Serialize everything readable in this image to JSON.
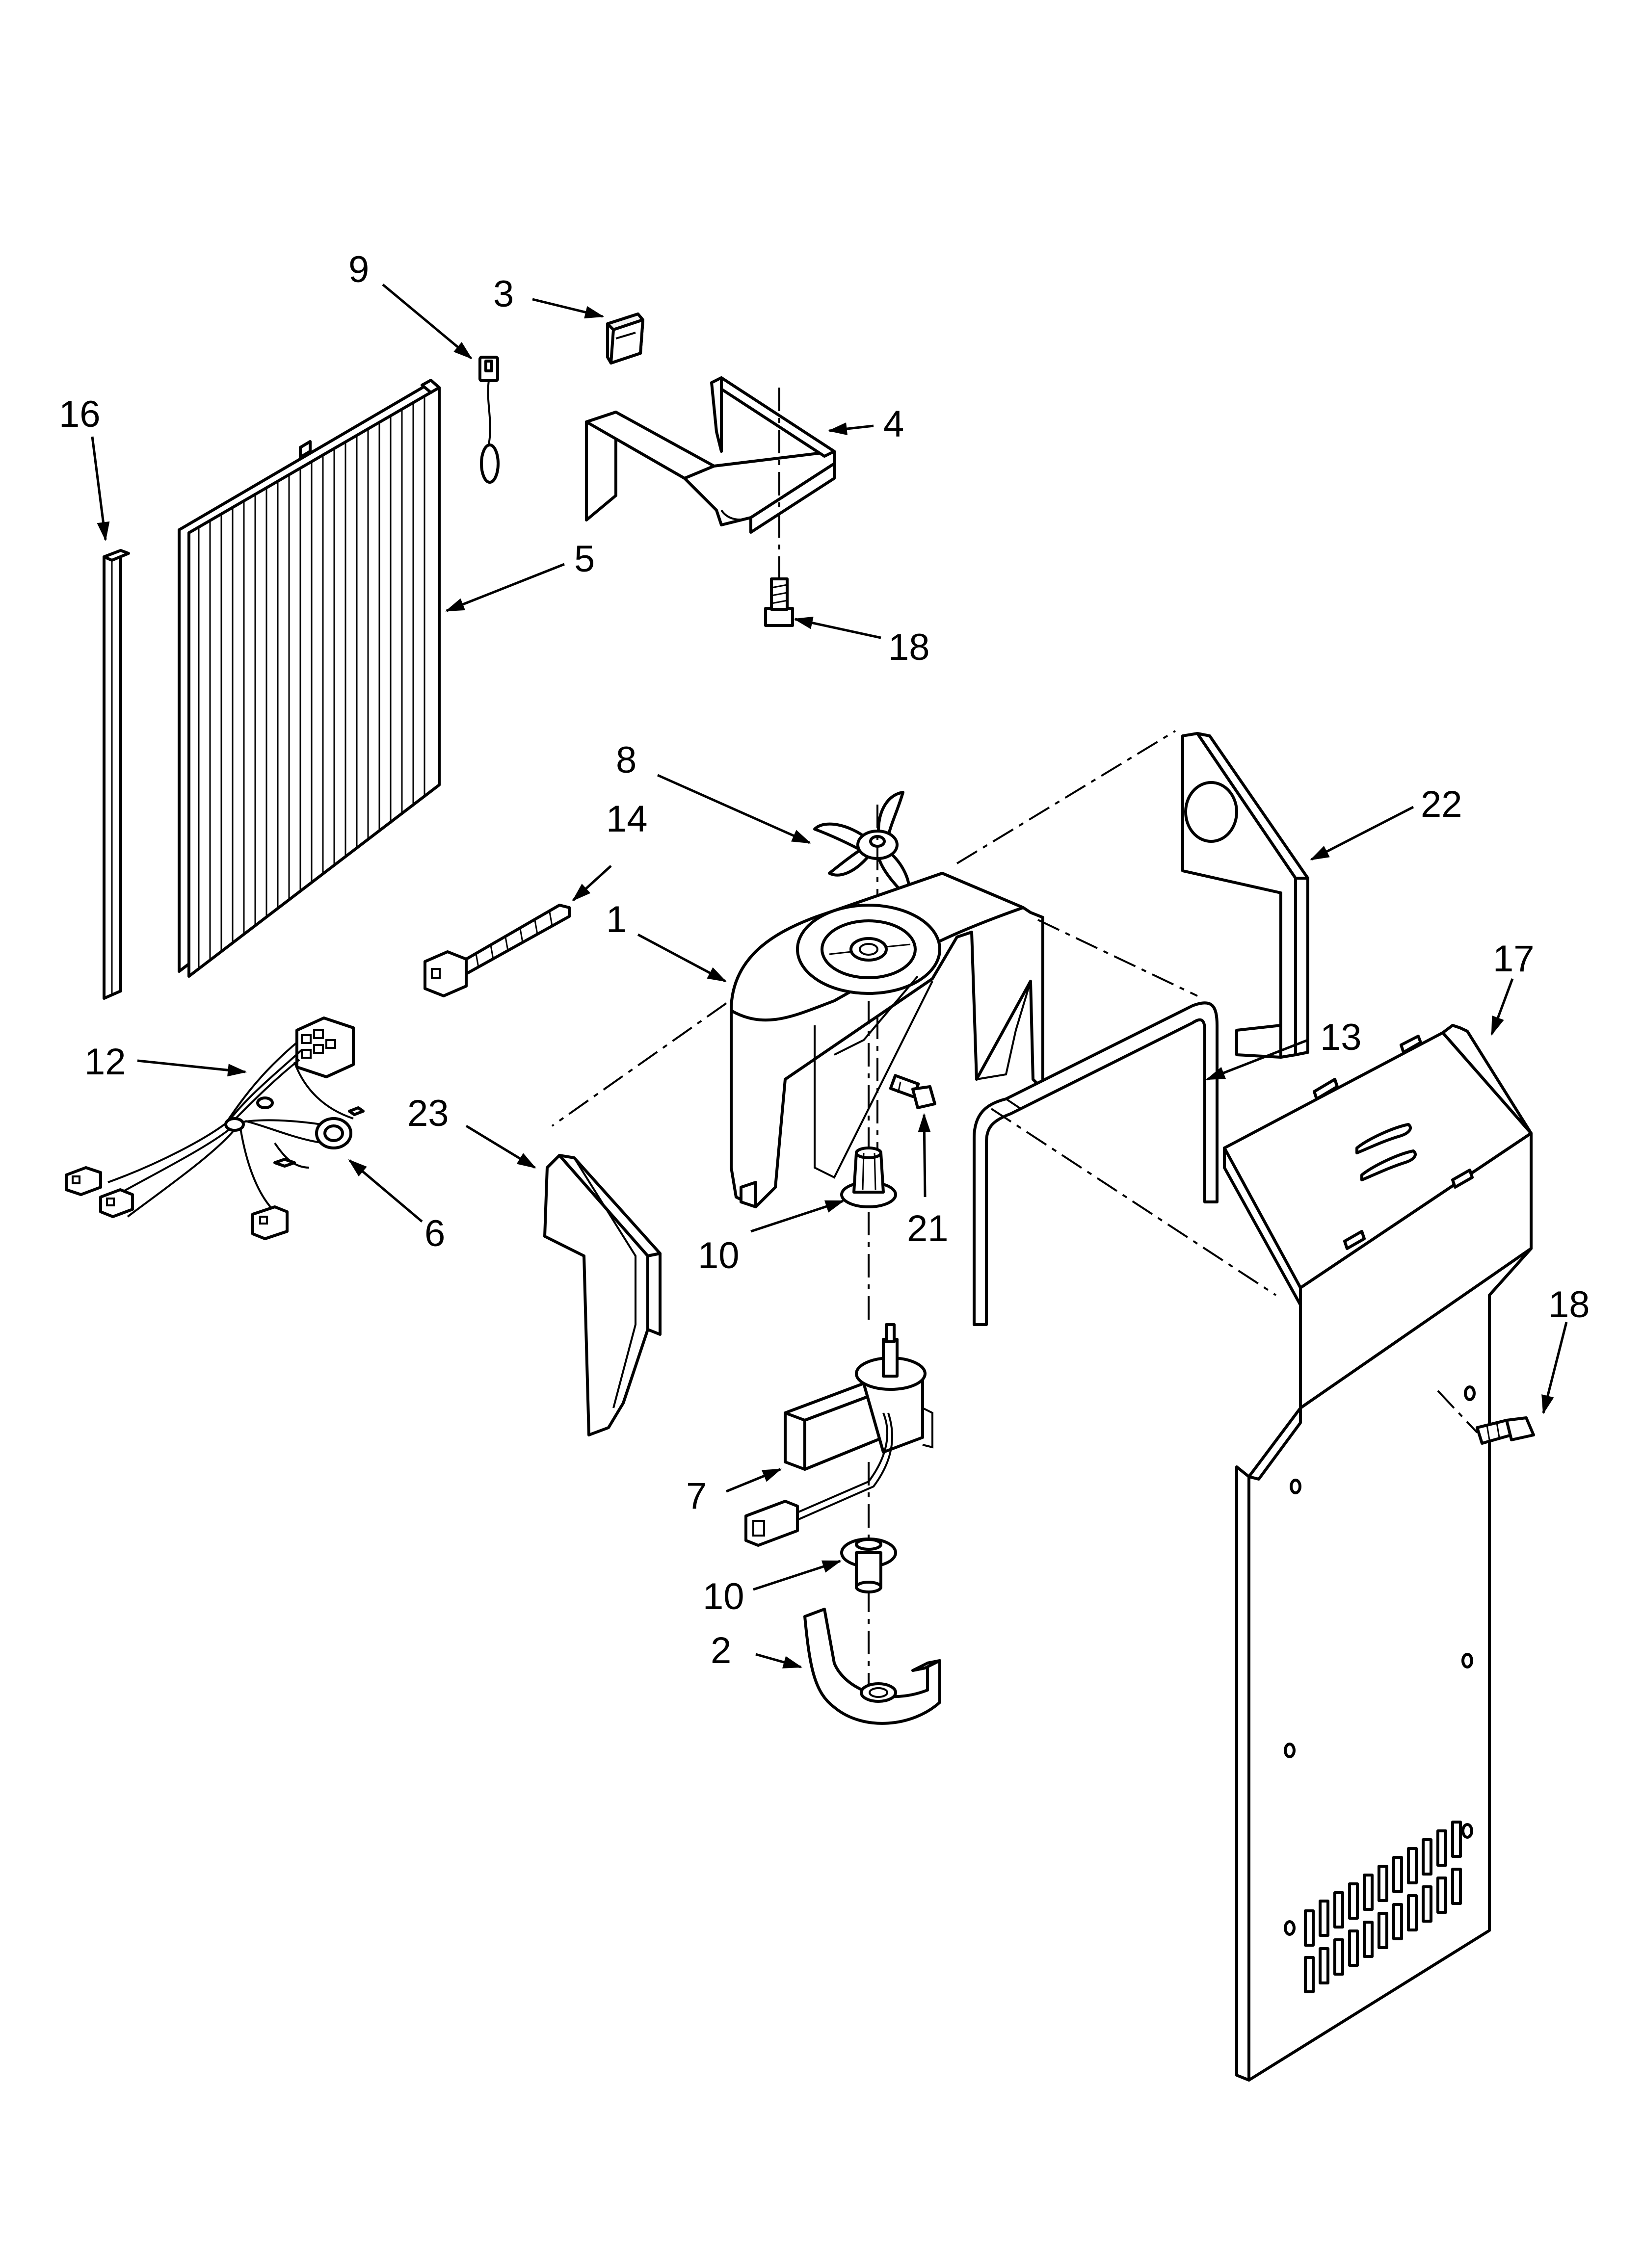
{
  "diagram": {
    "type": "exploded parts diagram",
    "callouts": [
      {
        "id": "c16a",
        "label": "16"
      },
      {
        "id": "c9",
        "label": "9"
      },
      {
        "id": "c3",
        "label": "3"
      },
      {
        "id": "c4",
        "label": "4"
      },
      {
        "id": "c5",
        "label": "5"
      },
      {
        "id": "c18a",
        "label": "18"
      },
      {
        "id": "c8",
        "label": "8"
      },
      {
        "id": "c14",
        "label": "14"
      },
      {
        "id": "c22",
        "label": "22"
      },
      {
        "id": "c1",
        "label": "1"
      },
      {
        "id": "c17",
        "label": "17"
      },
      {
        "id": "c12",
        "label": "12"
      },
      {
        "id": "c13",
        "label": "13"
      },
      {
        "id": "c23",
        "label": "23"
      },
      {
        "id": "c21",
        "label": "21"
      },
      {
        "id": "c6",
        "label": "6"
      },
      {
        "id": "c10a",
        "label": "10"
      },
      {
        "id": "c18b",
        "label": "18"
      },
      {
        "id": "c7",
        "label": "7"
      },
      {
        "id": "c10b",
        "label": "10"
      },
      {
        "id": "c2",
        "label": "2"
      }
    ]
  }
}
